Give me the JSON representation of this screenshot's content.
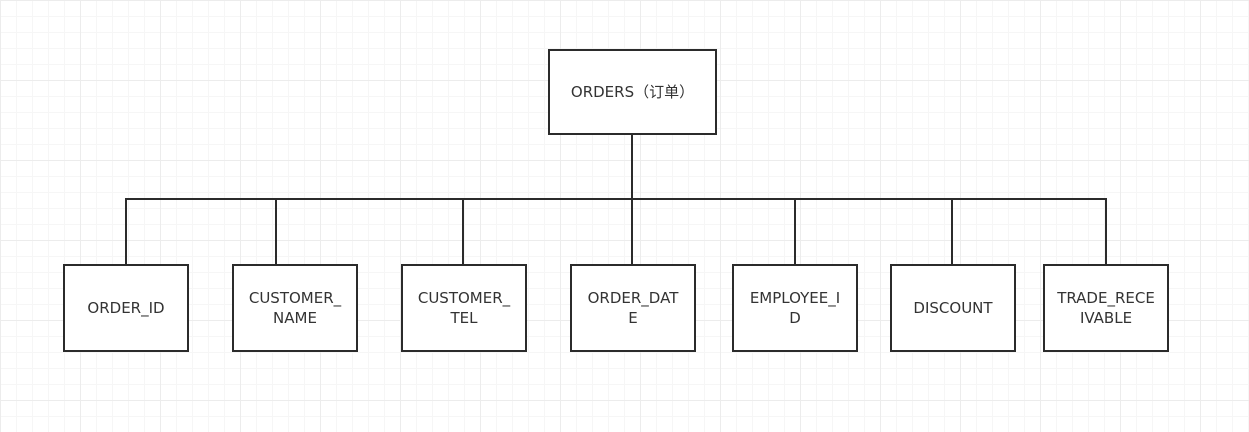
{
  "diagram": {
    "type": "hierarchy",
    "root": {
      "label": "ORDERS（订单）"
    },
    "children": [
      {
        "id": "order-id",
        "label": "ORDER_ID"
      },
      {
        "id": "customer-name",
        "label": "CUSTOMER_\nNAME"
      },
      {
        "id": "customer-tel",
        "label": "CUSTOMER_\nTEL"
      },
      {
        "id": "order-date",
        "label": "ORDER_DAT\nE"
      },
      {
        "id": "employee-id",
        "label": "EMPLOYEE_I\nD"
      },
      {
        "id": "discount",
        "label": "DISCOUNT"
      },
      {
        "id": "trade-receivable",
        "label": "TRADE_RECE\nIVABLE"
      }
    ],
    "colors": {
      "stroke": "#2b2b2b",
      "text": "#333333",
      "background": "#ffffff",
      "grid": "#ececec"
    }
  }
}
